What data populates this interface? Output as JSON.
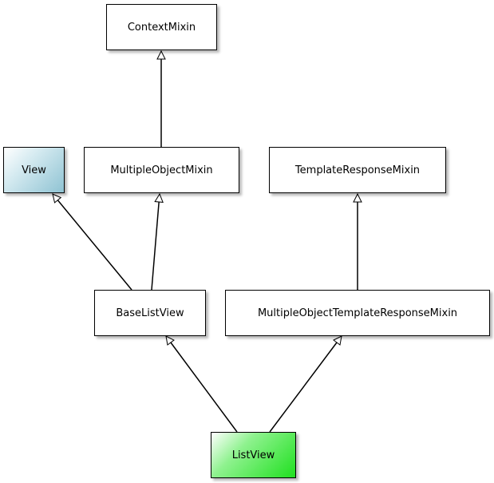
{
  "diagram": {
    "nodes": {
      "context_mixin": "ContextMixin",
      "view": "View",
      "multiple_object_mixin": "MultipleObjectMixin",
      "template_response_mixin": "TemplateResponseMixin",
      "base_list_view": "BaseListView",
      "multiple_object_template_response_mixin": "MultipleObjectTemplateResponseMixin",
      "list_view": "ListView"
    },
    "edges": [
      {
        "from": "MultipleObjectMixin",
        "to": "ContextMixin"
      },
      {
        "from": "BaseListView",
        "to": "View"
      },
      {
        "from": "BaseListView",
        "to": "MultipleObjectMixin"
      },
      {
        "from": "MultipleObjectTemplateResponseMixin",
        "to": "TemplateResponseMixin"
      },
      {
        "from": "ListView",
        "to": "BaseListView"
      },
      {
        "from": "ListView",
        "to": "MultipleObjectTemplateResponseMixin"
      }
    ],
    "colors": {
      "view_fill": "#8fc3d3",
      "list_view_fill": "#1fe01f",
      "line": "#000000"
    }
  }
}
